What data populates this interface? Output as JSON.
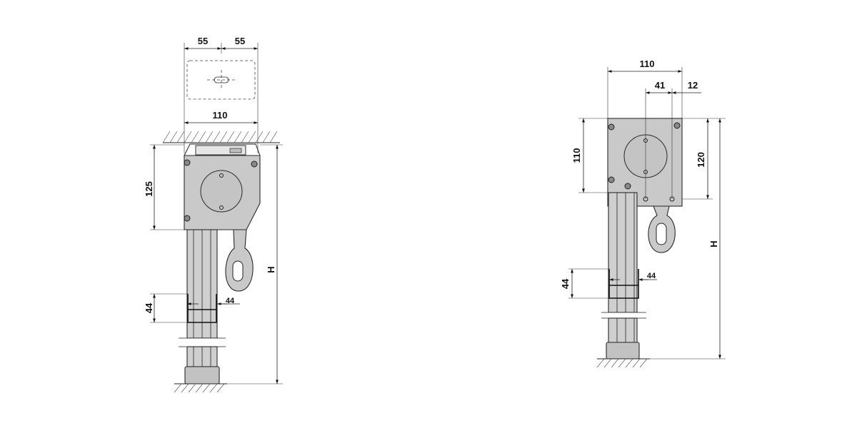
{
  "colors": {
    "body_fill": "#c9c9c9",
    "profile_fill": "#cfcfcf",
    "line": "#222222",
    "background": "#ffffff"
  },
  "left_view": {
    "dims": {
      "top_left_half": "55",
      "top_right_half": "55",
      "top_width": "110",
      "head_height": "125",
      "bracket_height": "44",
      "bracket_width": "44",
      "stroke_height": "H"
    }
  },
  "right_view": {
    "dims": {
      "width": "110",
      "hole_offset": "41",
      "edge_offset": "12",
      "height_left": "110",
      "height_right": "120",
      "bracket_height": "44",
      "bracket_width": "44",
      "stroke_height": "H"
    }
  }
}
